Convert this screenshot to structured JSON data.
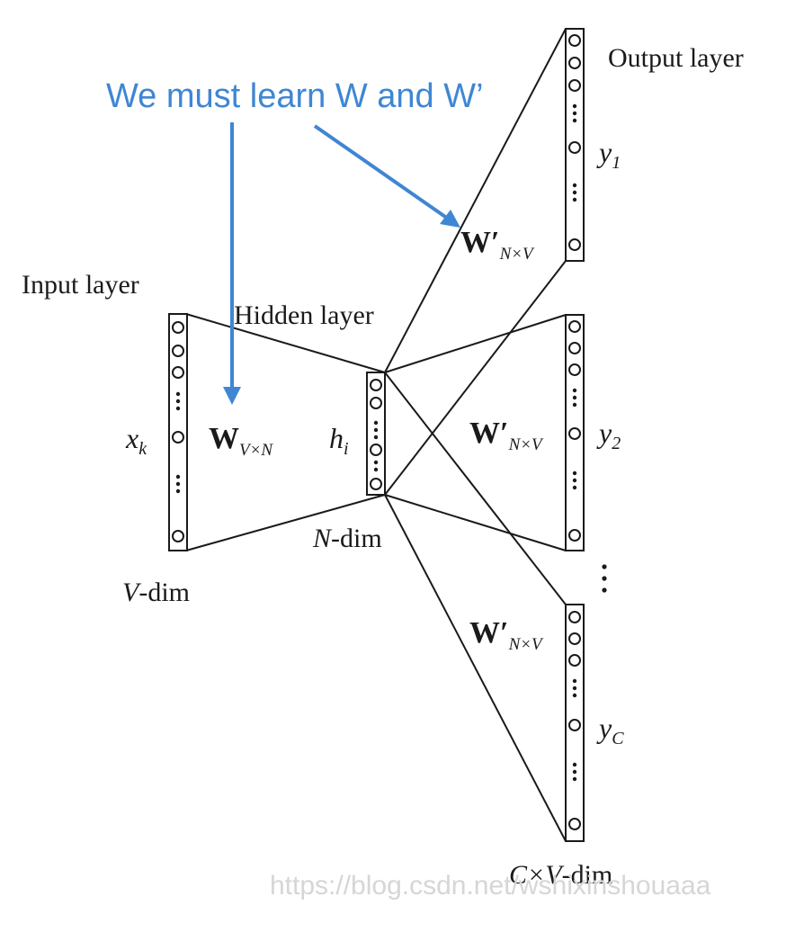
{
  "annotation": {
    "text": "We must learn W and W’"
  },
  "labels": {
    "input_layer": "Input layer",
    "hidden_layer": "Hidden layer",
    "output_layer": "Output layer",
    "x_main": "x",
    "x_sub": "k",
    "h_main": "h",
    "h_sub": "i",
    "W_main": "W",
    "W_sub": "V×N",
    "Wp_main": "W′",
    "Wp_sub": "N×V",
    "y1_main": "y",
    "y1_sub": "1",
    "y2_main": "y",
    "y2_sub": "2",
    "yC_main": "y",
    "yC_sub": "C",
    "v_dim_italic": "V",
    "v_dim_rest": "-dim",
    "n_dim_italic": "N",
    "n_dim_rest": "-dim",
    "cv_dim_italic": "C×V",
    "cv_dim_rest": "-dim"
  },
  "watermark": "https://blog.csdn.net/wshixinshouaaa",
  "colors": {
    "annotation": "#3f86d3",
    "ink": "#1a1a1a"
  }
}
